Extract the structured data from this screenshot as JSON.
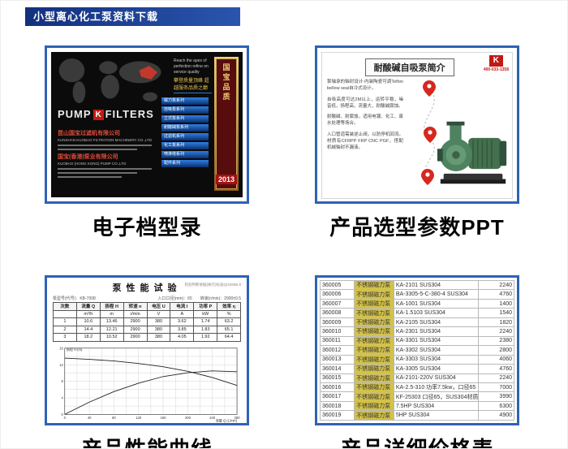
{
  "header": {
    "title": "小型离心化工泵资料下载"
  },
  "captions": {
    "catalog": "电子档型录",
    "ppt": "产品选型参数PPT",
    "curve": "产品性能曲线",
    "price": "产品详细价格表"
  },
  "catalog": {
    "brand_left": "PUMP",
    "brand_k": "K",
    "brand_right": "FILTERS",
    "tag_en": "Reach the apex of perfection refine on service quality",
    "tag_cn": "攀登质量顶峰 超越服务品质之巅",
    "company1_cn": "昆山国宝过滤机有限公司",
    "company1_en": "KUNSHAN KUOBAO FILTRATION MACHINERY CO.,LTD",
    "company2_cn": "国宝(香港)泵业有限公司",
    "company2_en": "KUOBAO (HONG KONG) PUMP CO.,LTD",
    "series_bars": [
      "磁力泵系列",
      "自吸泵系列",
      "立式泵系列",
      "耐酸碱泵系列",
      "过滤机系列",
      "化工泵系列",
      "喷淋塔系列",
      "配件系列"
    ],
    "badge_text": "国宝品质",
    "badge_year": "2013"
  },
  "ppt": {
    "title": "耐酸碱自吸泵简介",
    "logo_letter": "K",
    "phone": "400-033-1358",
    "body": [
      "泵轴承的轴封设计-内装陶瓷可调Teflon bellow seal自冷式设计。",
      "自吸高度可达2M以上，运转平稳，噪音低，扬程高，流量大，耐酸碱腐蚀。",
      "耐酸碱、耐腐蚀，适用电镀、化工、废水处理等场合。",
      "入口管道需装逆止阀，以防停机回流。材质有CFRPP FRP CNC PGF，搭配机械轴封不漏液。"
    ]
  },
  "perf": {
    "title": "泵性能试验",
    "note_left": "泵型号(代号)：KB-7008",
    "note_right": "入口口径(mm)：65　　转速(r/min)：2900±0.5",
    "note_std": "检验判断依据(执行)标准Q/4290B.8",
    "table": {
      "headers": [
        "次数",
        "流量 Q",
        "扬程 H",
        "转速 n",
        "电压 U",
        "电流 I",
        "功率 P",
        "效率 η"
      ],
      "units": [
        "",
        "m³/h",
        "m",
        "r/min",
        "V",
        "A",
        "kW",
        "%"
      ],
      "rows": [
        [
          "1",
          "10.6",
          "13.46",
          "2900",
          "380",
          "3.62",
          "1.74",
          "63.2"
        ],
        [
          "2",
          "14.4",
          "12.21",
          "2900",
          "380",
          "3.85",
          "1.83",
          "65.1"
        ],
        [
          "3",
          "18.2",
          "10.52",
          "2900",
          "380",
          "4.05",
          "1.92",
          "64.4"
        ]
      ]
    }
  },
  "chart_data": {
    "type": "line",
    "title": "泵性能试验",
    "xlabel": "流量 Q (L/min)",
    "ylabel": "扬程 H (m)",
    "x": [
      0,
      40,
      80,
      120,
      160,
      200,
      240,
      280
    ],
    "xlim": [
      0,
      280
    ],
    "ylim": [
      0,
      16
    ],
    "grid": true,
    "legend_position": "none",
    "series": [
      {
        "name": "扬程 H",
        "ymax": 16,
        "values": [
          13.6,
          13.3,
          12.9,
          12.3,
          11.5,
          10.4,
          8.9,
          7.0
        ]
      },
      {
        "name": "效率 η",
        "ymax": 70,
        "values": [
          0,
          13,
          24,
          33,
          40,
          44,
          46,
          45
        ]
      }
    ]
  },
  "price": {
    "rows": [
      {
        "code": "360005",
        "category": "不锈钢磁力泵",
        "model": "KA-2101 SUS304",
        "price": "2240"
      },
      {
        "code": "360006",
        "category": "不锈钢磁力泵",
        "model": "BA-3305-5-C-380-4 SUS304",
        "price": "4760"
      },
      {
        "code": "360007",
        "category": "不锈钢磁力泵",
        "model": "KA-1001 SUS304",
        "price": "1400"
      },
      {
        "code": "360008",
        "category": "不锈钢磁力泵",
        "model": "KA-1.5103 SUS304",
        "price": "1540"
      },
      {
        "code": "360009",
        "category": "不锈钢磁力泵",
        "model": "KA-2105 SUS304",
        "price": "1820"
      },
      {
        "code": "360010",
        "category": "不锈钢磁力泵",
        "model": "KA-2301 SUS304",
        "price": "2240"
      },
      {
        "code": "360011",
        "category": "不锈钢磁力泵",
        "model": "KA-3301 SUS304",
        "price": "2380"
      },
      {
        "code": "360012",
        "category": "不锈钢磁力泵",
        "model": "KA-3302 SUS304",
        "price": "2800"
      },
      {
        "code": "360013",
        "category": "不锈钢磁力泵",
        "model": "KA-3303 SUS304",
        "price": "4060"
      },
      {
        "code": "360014",
        "category": "不锈钢磁力泵",
        "model": "KA-3305 SUS304",
        "price": "4760"
      },
      {
        "code": "360015",
        "category": "不锈钢磁力泵",
        "model": "KA-2101-220V SUS304",
        "price": "2240"
      },
      {
        "code": "360016",
        "category": "不锈钢磁力泵",
        "model": "KA-2.5-310 功率7.5kw，口径65",
        "price": "7000"
      },
      {
        "code": "360017",
        "category": "不锈钢磁力泵",
        "model": "KF-25303 口径65，SUS304材质",
        "price": "3990"
      },
      {
        "code": "360018",
        "category": "不锈钢磁力泵",
        "model": "7.5HP SUS304",
        "price": "6300"
      },
      {
        "code": "360019",
        "category": "不锈钢磁力泵",
        "model": "5HP SUS304",
        "price": "4900"
      }
    ]
  }
}
